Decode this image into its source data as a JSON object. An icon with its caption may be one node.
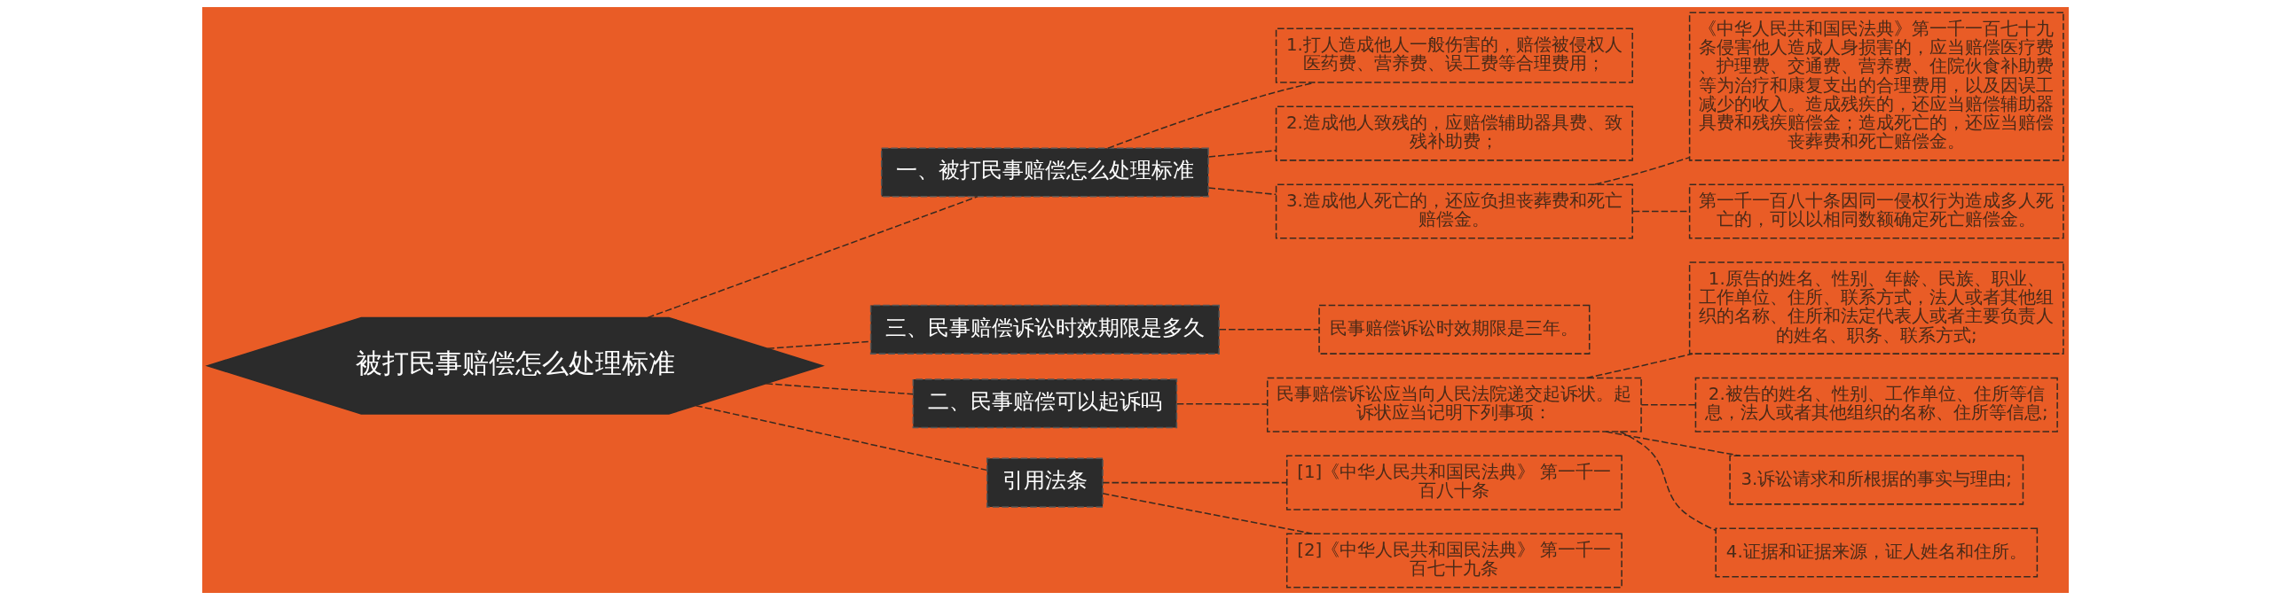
{
  "diagram": {
    "nodes": [
      {
        "text": [
          "被打民事赔偿怎么处理标准"
        ]
      },
      {
        "text": [
          "一、被打民事赔偿怎么处理标准"
        ]
      },
      {
        "text": [
          "1.打人造成他人一般伤害的，赔偿被侵权人医药费、营养费、误工费等合理费用；"
        ]
      },
      {
        "text": [
          "2.造成他人致残的，应赔偿辅助器具费、致残补助费；"
        ]
      },
      {
        "text": [
          "3.造成他人死亡的，还应负担丧葬费和死亡赔偿金。"
        ]
      },
      {
        "text": [
          "《中华人民共和国民法典》第一千一百七十九条侵害他人造成人身损害的，应当赔偿医疗费、护理费、交通费、营养费、住院伙食补助费等为治疗和康复支出的合理费用，以及因误工减少的收入。造成残疾的，还应当赔偿辅助器具费和残疾赔偿金；造成死亡的，还应当赔偿丧葬费和死亡赔偿金。"
        ]
      },
      {
        "text": [
          "第一千一百八十条因同一侵权行为造成多人死亡的，可以以相同数额确定死亡赔偿金。"
        ]
      },
      {
        "text": [
          "三、民事赔偿诉讼时效期限是多久"
        ]
      },
      {
        "text": [
          "民事赔偿诉讼时效期限是三年。"
        ]
      },
      {
        "text": [
          "二、民事赔偿可以起诉吗"
        ]
      },
      {
        "text": [
          "民事赔偿诉讼应当向人民法院递交起诉状。起诉状应当记明下列事项："
        ]
      },
      {
        "text": [
          "1.原告的姓名、性别、年龄、民族、职业、工作单位、住所、联系方式，法人或者其他组织的名称、住所和法定代表人或者主要负责人的姓名、职务、联系方式;"
        ]
      },
      {
        "text": [
          "2.被告的姓名、性别、工作单位、住所等信息，法人或者其他组织的名称、住所等信息;"
        ]
      },
      {
        "text": [
          "3.诉讼请求和所根据的事实与理由;"
        ]
      },
      {
        "text": [
          "4.证据和证据来源，证人姓名和住所。"
        ]
      },
      {
        "text": [
          "引用法条"
        ]
      },
      {
        "text": [
          "[1]《中华人民共和国民法典》 第一千一百八十条"
        ]
      },
      {
        "text": [
          "[2]《中华人民共和国民法典》 第一千一百七十九条"
        ]
      }
    ],
    "edges": [
      {
        "from": 0,
        "to": 1,
        "arrow": "none",
        "style": "dashed"
      },
      {
        "from": 1,
        "to": 2,
        "arrow": "none",
        "style": "dashed"
      },
      {
        "from": 1,
        "to": 3,
        "arrow": "none",
        "style": "dashed"
      },
      {
        "from": 1,
        "to": 4,
        "arrow": "none",
        "style": "dashed"
      },
      {
        "from": 4,
        "to": 5,
        "arrow": "none",
        "style": "dashed"
      },
      {
        "from": 4,
        "to": 6,
        "arrow": "none",
        "style": "dashed"
      },
      {
        "from": 0,
        "to": 7,
        "arrow": "none",
        "style": "dashed"
      },
      {
        "from": 7,
        "to": 8,
        "arrow": "none",
        "style": "dashed"
      },
      {
        "from": 0,
        "to": 9,
        "arrow": "none",
        "style": "dashed"
      },
      {
        "from": 9,
        "to": 10,
        "arrow": "none",
        "style": "dashed"
      },
      {
        "from": 10,
        "to": 11,
        "arrow": "none",
        "style": "dashed"
      },
      {
        "from": 10,
        "to": 12,
        "arrow": "none",
        "style": "dashed"
      },
      {
        "from": 10,
        "to": 13,
        "arrow": "none",
        "style": "dashed"
      },
      {
        "from": 10,
        "to": 14,
        "arrow": "none",
        "style": "dashed"
      },
      {
        "from": 0,
        "to": 15,
        "arrow": "none",
        "style": "dashed"
      },
      {
        "from": 15,
        "to": 16,
        "arrow": "none",
        "style": "dashed"
      },
      {
        "from": 15,
        "to": 17,
        "arrow": "none",
        "style": "dashed"
      }
    ]
  }
}
